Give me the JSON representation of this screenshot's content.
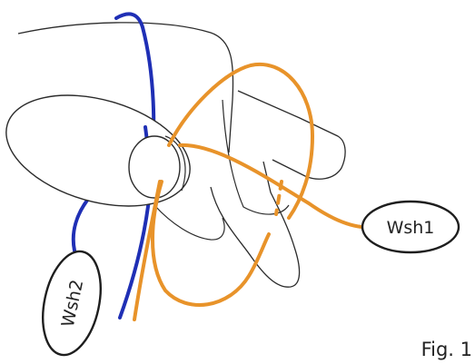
{
  "labels": {
    "wsh1": "Wsh1",
    "wsh2": "Wsh2",
    "figure": "Fig. 1"
  },
  "colors": {
    "outline": "#2b2b2b",
    "blue_wire": "#1f2fb5",
    "orange_wire": "#e8932a",
    "background": "#ffffff"
  }
}
